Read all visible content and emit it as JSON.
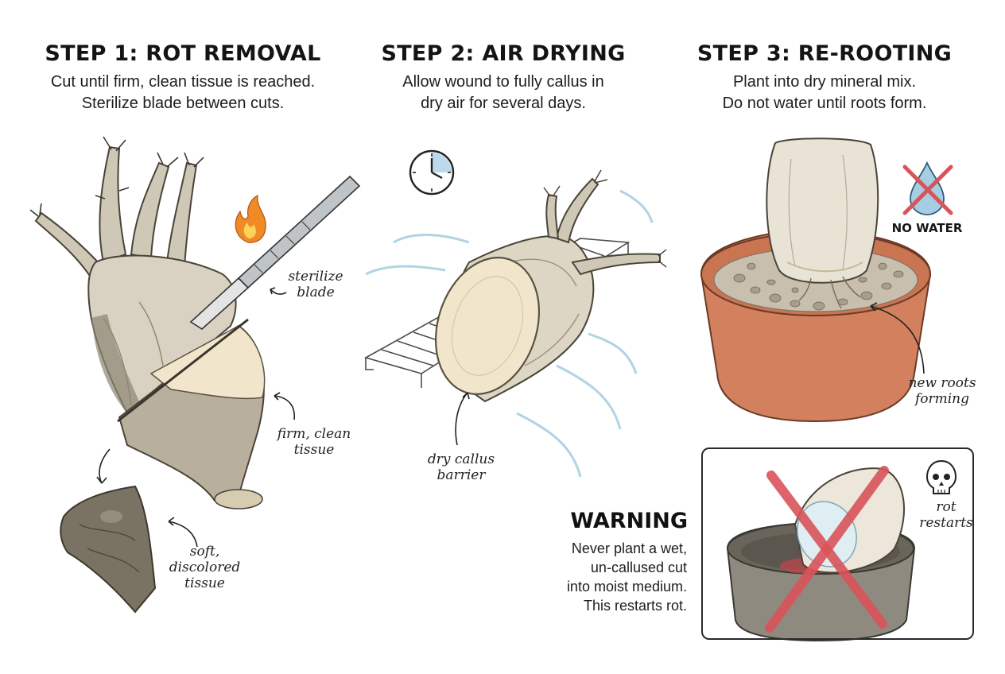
{
  "steps": [
    {
      "title": "STEP 1: ROT REMOVAL",
      "description_lines": [
        "Cut until firm, clean tissue is reached.",
        "Sterilize blade between cuts."
      ],
      "annotations": {
        "sterilize_blade": [
          "sterilize",
          "blade"
        ],
        "firm_tissue": [
          "firm, clean",
          "tissue"
        ],
        "soft_tissue": [
          "soft,",
          "discolored",
          "tissue"
        ]
      }
    },
    {
      "title": "STEP 2: AIR DRYING",
      "description_lines": [
        "Allow wound to fully callus in",
        "dry air for several days."
      ],
      "annotations": {
        "callus_barrier": [
          "dry callus",
          "barrier"
        ]
      }
    },
    {
      "title": "STEP 3: RE-ROOTING",
      "description_lines": [
        "Plant into dry mineral mix.",
        "Do not water until roots form."
      ],
      "annotations": {
        "no_water": "NO WATER",
        "new_roots": [
          "new roots",
          "forming"
        ]
      }
    }
  ],
  "warning": {
    "title": "WARNING",
    "body_lines": [
      "Never plant a wet,",
      "un-callused cut",
      "into moist medium.",
      "This restarts rot."
    ],
    "annotation": [
      "rot",
      "restarts"
    ]
  },
  "icons": {
    "flame": "flame-icon",
    "scalpel": "scalpel-icon",
    "clock": "clock-icon",
    "no_water": "no-water-drop-icon",
    "skull": "skull-icon"
  },
  "colors": {
    "text": "#1a1a1a",
    "plant_pale": "#ece6d6",
    "plant_gray": "#a9a190",
    "rot_dark": "#6e6658",
    "cut_face": "#f1e6cc",
    "pot_terracotta": "#d2805e",
    "gravel": "#c9bfae",
    "air_blue": "#a9cfe0",
    "warning_red": "#d9545a",
    "flame_orange": "#f08a24"
  }
}
